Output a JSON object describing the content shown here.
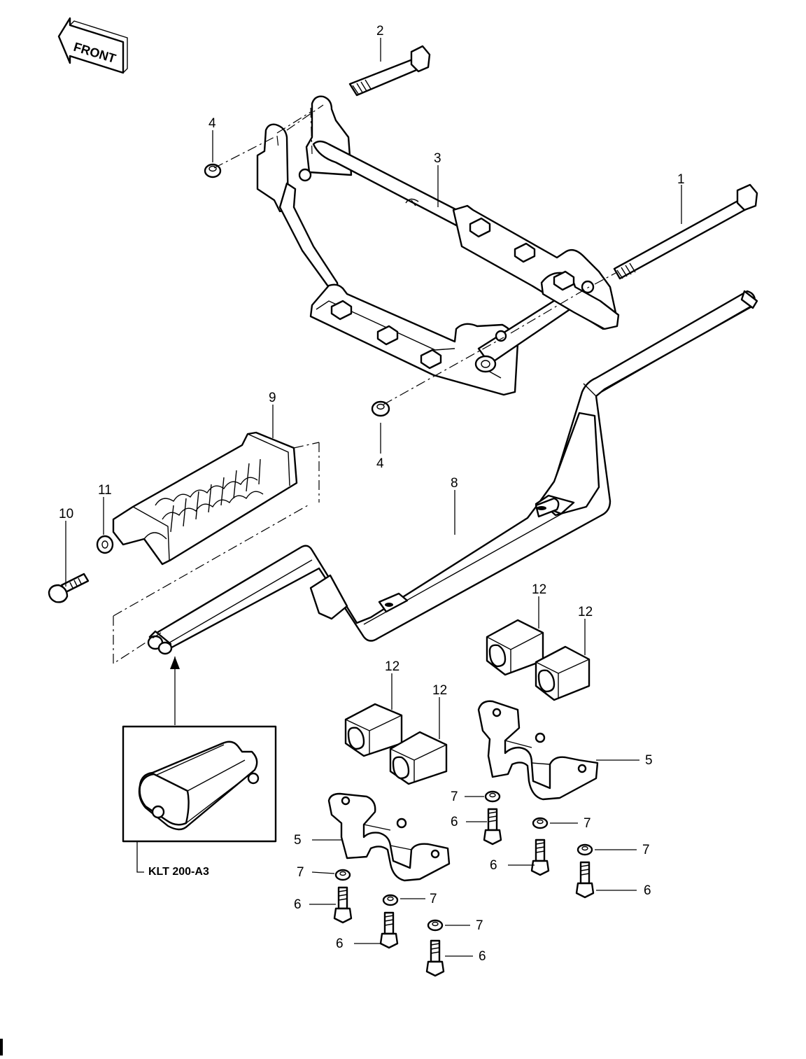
{
  "diagram": {
    "front_label": "FRONT",
    "model_label": "KLT 200-A3",
    "callouts": {
      "c1": "1",
      "c2": "2",
      "c3": "3",
      "c4a": "4",
      "c4b": "4",
      "c5a": "5",
      "c5b": "5",
      "c6a": "6",
      "c6b": "6",
      "c6c": "6",
      "c6d": "6",
      "c6e": "6",
      "c6f": "6",
      "c7a": "7",
      "c7b": "7",
      "c7c": "7",
      "c7d": "7",
      "c7e": "7",
      "c7f": "7",
      "c8": "8",
      "c9": "9",
      "c10": "10",
      "c11": "11",
      "c12a": "12",
      "c12b": "12",
      "c12c": "12",
      "c12d": "12"
    }
  }
}
